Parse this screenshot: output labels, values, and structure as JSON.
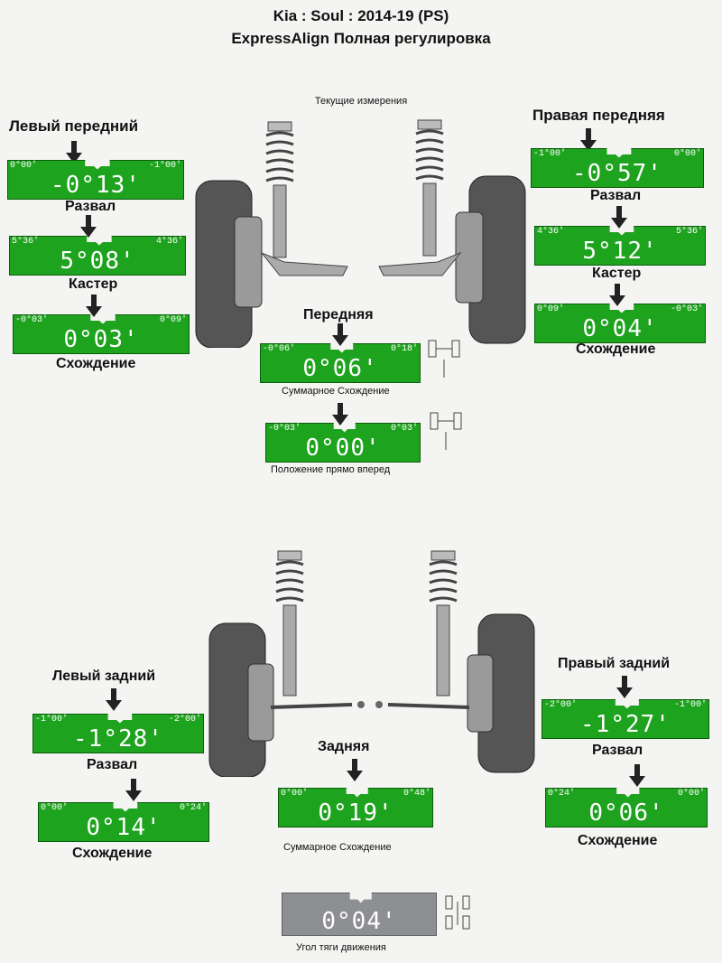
{
  "header": {
    "title": "Kia : Soul : 2014-19 (PS)",
    "subtitle": "ExpressAlign Полная регулировка"
  },
  "front": {
    "current_caption": "Текущие измерения",
    "left_title": "Левый передний",
    "right_title": "Правая передняя",
    "axle_title": "Передняя",
    "left": {
      "camber": {
        "min": "0°00'",
        "max": "-1°00'",
        "value": "-0°13'",
        "label": "Развал"
      },
      "caster": {
        "min": "5°36'",
        "max": "4°36'",
        "value": "5°08'",
        "label": "Кастер"
      },
      "toe": {
        "min": "-0°03'",
        "max": "0°09'",
        "value": "0°03'",
        "label": "Схождение"
      }
    },
    "right": {
      "camber": {
        "min": "-1°00'",
        "max": "0°00'",
        "value": "-0°57'",
        "label": "Развал"
      },
      "caster": {
        "min": "4°36'",
        "max": "5°36'",
        "value": "5°12'",
        "label": "Кастер"
      },
      "toe": {
        "min": "0°09'",
        "max": "-0°03'",
        "value": "0°04'",
        "label": "Схождение"
      }
    },
    "total_toe": {
      "min": "-0°06'",
      "max": "0°18'",
      "value": "0°06'",
      "label": "Суммарное Схождение"
    },
    "straight": {
      "min": "-0°03'",
      "max": "0°03'",
      "value": "0°00'",
      "label": "Положение прямо вперед"
    }
  },
  "rear": {
    "left_title": "Левый задний",
    "right_title": "Правый задний",
    "axle_title": "Задняя",
    "left": {
      "camber": {
        "min": "-1°00'",
        "max": "-2°00'",
        "value": "-1°28'",
        "label": "Развал"
      },
      "toe": {
        "min": "0°00'",
        "max": "0°24'",
        "value": "0°14'",
        "label": "Схождение"
      }
    },
    "right": {
      "camber": {
        "min": "-2°00'",
        "max": "-1°00'",
        "value": "-1°27'",
        "label": "Развал"
      },
      "toe": {
        "min": "0°24'",
        "max": "0°00'",
        "value": "0°06'",
        "label": "Схождение"
      }
    },
    "total_toe": {
      "min": "0°00'",
      "max": "0°48'",
      "value": "0°19'",
      "label": "Суммарное Схождение"
    },
    "thrust": {
      "value": "0°04'",
      "label": "Угол тяги движения"
    }
  },
  "colors": {
    "in_range": "#1ea31e",
    "neutral": "#8d8f93"
  }
}
